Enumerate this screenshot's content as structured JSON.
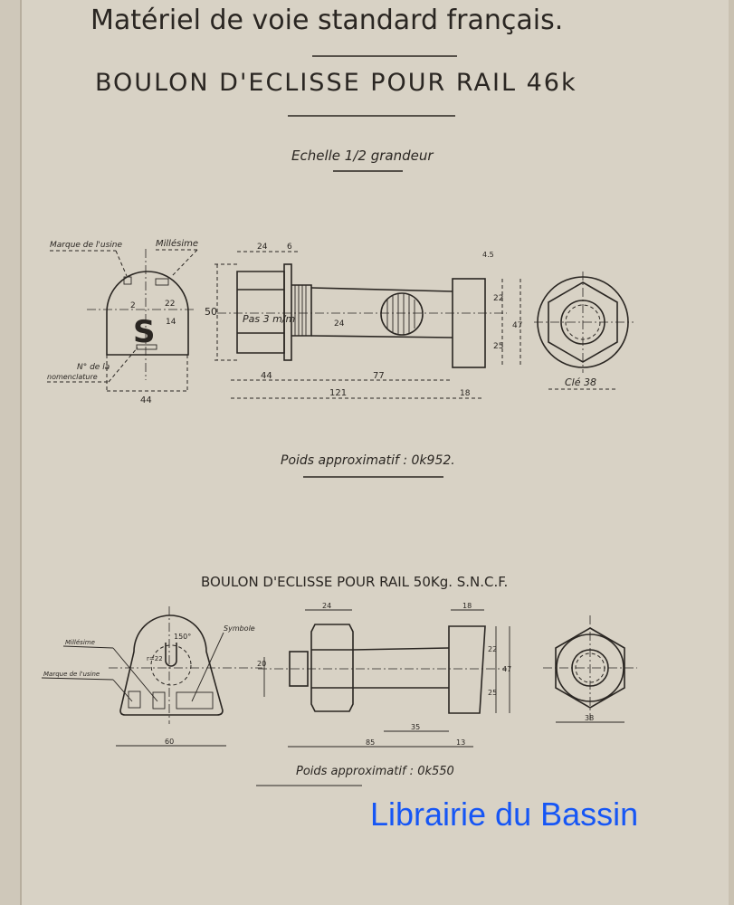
{
  "header": {
    "title": "Matériel de voie standard français.",
    "subtitle": "BOULON D'ECLISSE POUR RAIL 46k",
    "scale": "Echelle 1/2 grandeur"
  },
  "drawing_46": {
    "labels": {
      "marque": "Marque de l'usine",
      "millesime": "Millésime",
      "nomenclature_1": "N° de la",
      "nomenclature_2": "nomenclature",
      "pas": "Pas 3 m/m",
      "cle": "Clé 38"
    },
    "dims": {
      "d24": "24",
      "d6": "6",
      "d50": "50",
      "d24b": "24",
      "d44": "44",
      "d77": "77",
      "d121": "121",
      "d18": "18",
      "d45": "4.5",
      "d22": "22",
      "d25": "25",
      "d47": "47",
      "d44b": "44",
      "d14": "14",
      "d22b": "22",
      "d2": "2"
    },
    "weight": "Poids approximatif : 0k952."
  },
  "drawing_50": {
    "title": "BOULON D'ECLISSE POUR RAIL 50Kg. S.N.C.F.",
    "labels": {
      "symbole": "Symbole",
      "millesime": "Millésime",
      "marque": "Marque de l'usine",
      "angle": "150°",
      "radius": "r=22"
    },
    "dims": {
      "d60": "60",
      "d20": "20",
      "d24": "24",
      "d18": "18",
      "d22": "22",
      "d25": "25",
      "d47": "47",
      "d35": "35",
      "d85": "85",
      "d13": "13",
      "d38": "38"
    },
    "weight": "Poids approximatif : 0k550"
  },
  "watermark": "Librairie du Bassin"
}
